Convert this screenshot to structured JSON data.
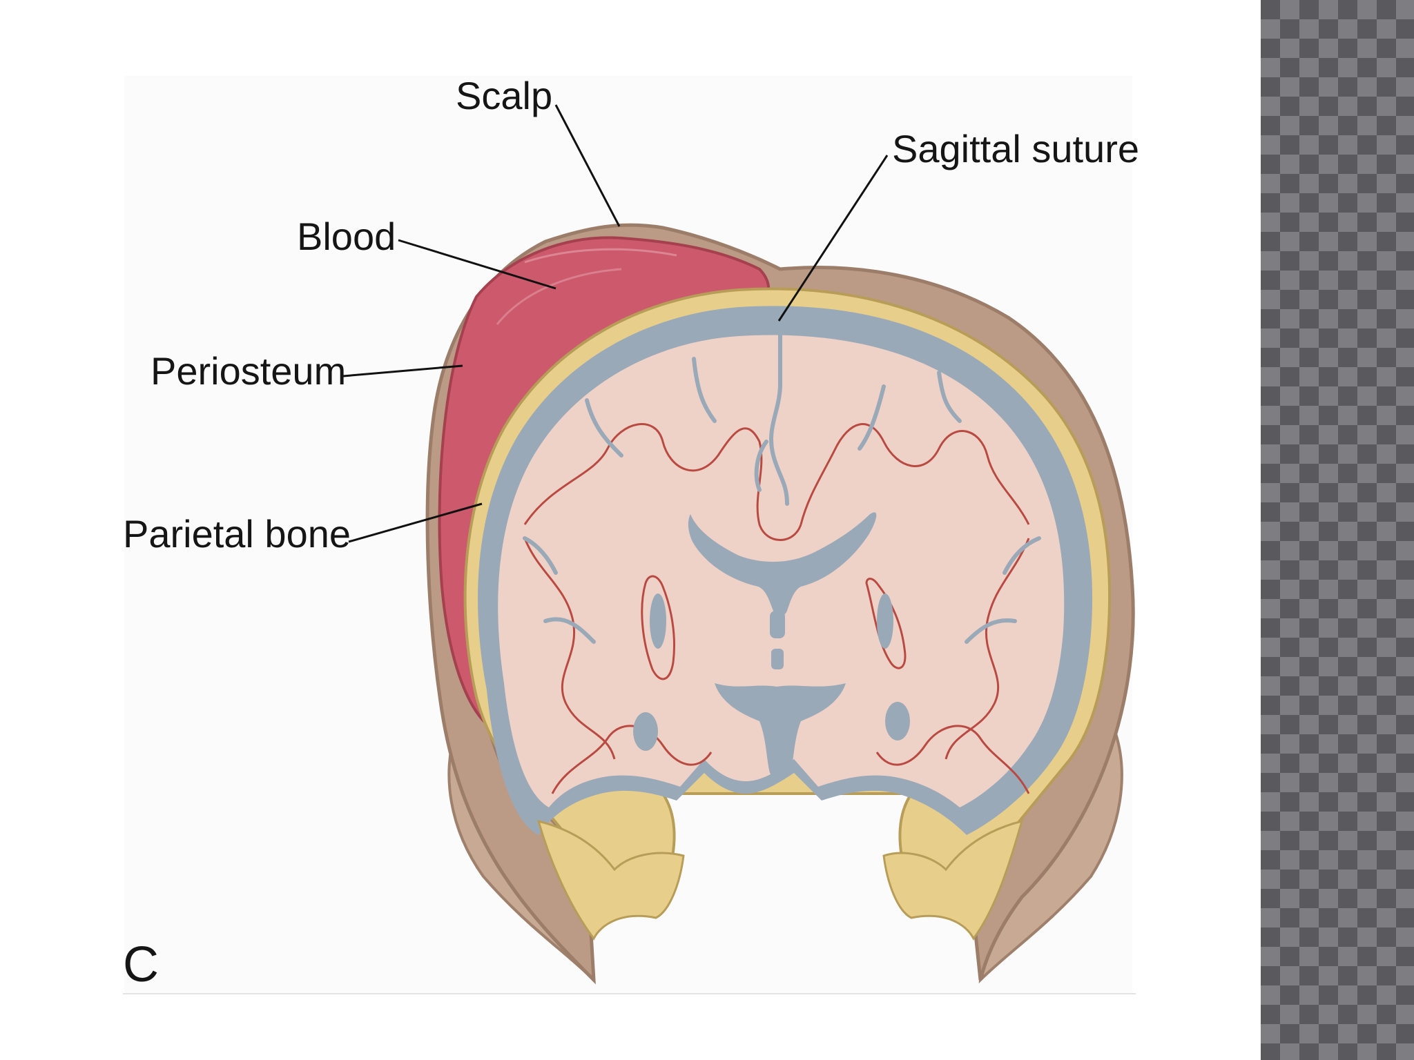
{
  "labels": {
    "scalp": "Scalp",
    "sagittal_suture": "Sagittal suture",
    "blood": "Blood",
    "periosteum": "Periosteum",
    "parietal_bone": "Parietal bone"
  },
  "panel_letter": "C",
  "colors": {
    "scalp": "#b99a85",
    "blood": "#cc5a6c",
    "brain": "#efd2c7",
    "csf": "#9aa9b8",
    "bone": "#e7cf8b",
    "gyrus_outline": "#b94a42",
    "side_panel": "#5a5a5e"
  }
}
